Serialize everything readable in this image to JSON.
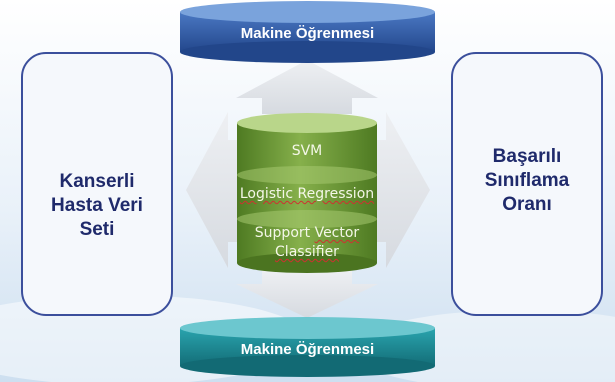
{
  "diagram": {
    "top_cylinder": {
      "label": "Makine Öğrenmesi",
      "color": "#2f5aa6"
    },
    "bottom_cylinder": {
      "label": "Makine Öğrenmesi",
      "color": "#1a8a95"
    },
    "left_box": {
      "line1": "Kanserli",
      "line2": "Hasta Veri",
      "line3": "Seti"
    },
    "right_box": {
      "line1": "Başarılı",
      "line2": "Sınıflama",
      "line3": "Oranı"
    },
    "database": {
      "layers": [
        {
          "text": "SVM"
        },
        {
          "text_plain": "",
          "text_squiggle": "Logistic Regression"
        },
        {
          "line1_plain": "Support ",
          "line1_squiggle": "Vector",
          "line2_squiggle": "Classifier"
        }
      ],
      "color": "#6f9a3a"
    },
    "arrow_color": "#e3e6ea",
    "box_border_color": "#3b4f9c"
  }
}
